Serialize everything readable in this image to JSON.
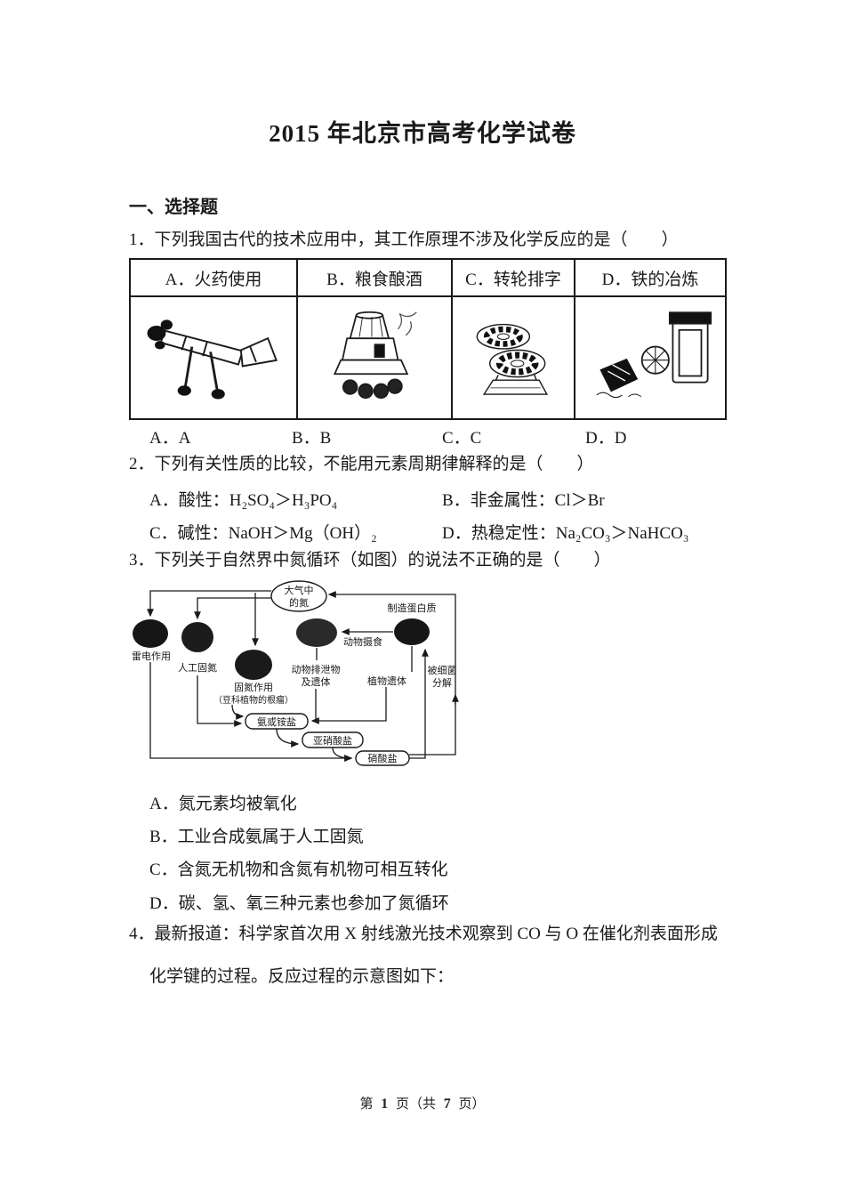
{
  "page": {
    "title": "2015 年北京市高考化学试卷",
    "section_heading": "一、选择题",
    "footer": {
      "parts": [
        "第",
        "1",
        "页（共",
        "7",
        "页）"
      ]
    }
  },
  "q1": {
    "text": "1．下列我国古代的技术应用中，其工作原理不涉及化学反应的是（　　）",
    "table": {
      "headers": [
        "A．火药使用",
        "B．粮食酿酒",
        "C．转轮排字",
        "D．铁的冶炼"
      ],
      "image_names": [
        "fire-lance-gunpowder-illustration",
        "grain-wine-brewing-illustration",
        "rotary-type-wheel-illustration",
        "iron-smelting-illustration"
      ]
    },
    "options": [
      "A．A",
      "B．B",
      "C．C",
      "D．D"
    ]
  },
  "q2": {
    "text": "2．下列有关性质的比较，不能用元素周期律解释的是（　　）",
    "options": [
      "A．酸性：H₂SO₄＞H₃PO₄",
      "B．非金属性：Cl＞Br",
      "C．碱性：NaOH＞Mg（OH）₂",
      "D．热稳定性：Na₂CO₃＞NaHCO₃"
    ]
  },
  "q3": {
    "text": "3．下列关于自然界中氮循环（如图）的说法不正确的是（　　）",
    "diagram": {
      "atmosphere_line1": "大气中",
      "atmosphere_line2": "的氮",
      "lightning": "雷电作用",
      "artificial_fixation": "人工固氮",
      "fixation": "固氮作用",
      "fixation_note": "（豆科植物的根瘤）",
      "animal_feeding": "动物摄食",
      "animal_waste_line1": "动物排泄物",
      "animal_waste_line2": "及遗体",
      "plant_remains": "植物遗体",
      "make_protein": "制造蛋白质",
      "bacteria_line1": "被细菌",
      "bacteria_line2": "分解",
      "box_ammonia": "氨或铵盐",
      "box_nitrite": "亚硝酸盐",
      "box_nitrate": "硝酸盐",
      "edges": [
        "大气中的氮→雷电作用",
        "大气中的氮→人工固氮",
        "大气中的氮→固氮作用",
        "制造蛋白质→动物摄食→动物",
        "动物→动物排泄物及遗体→氨或铵盐",
        "植物遗体→氨或铵盐",
        "雷电作用→硝酸盐",
        "人工固氮→氨或铵盐",
        "固氮作用→氨或铵盐",
        "氨或铵盐→亚硝酸盐",
        "亚硝酸盐→硝酸盐",
        "硝酸盐→制造蛋白质",
        "硝酸盐→被细菌分解→大气中的氮"
      ]
    },
    "options": [
      "A．氮元素均被氧化",
      "B．工业合成氨属于人工固氮",
      "C．含氮无机物和含氮有机物可相互转化",
      "D．碳、氢、氧三种元素也参加了氮循环"
    ]
  },
  "q4": {
    "lines": [
      "4．最新报道：科学家首次用 X 射线激光技术观察到 CO 与 O 在催化剂表面形成",
      "化学键的过程。反应过程的示意图如下："
    ]
  }
}
